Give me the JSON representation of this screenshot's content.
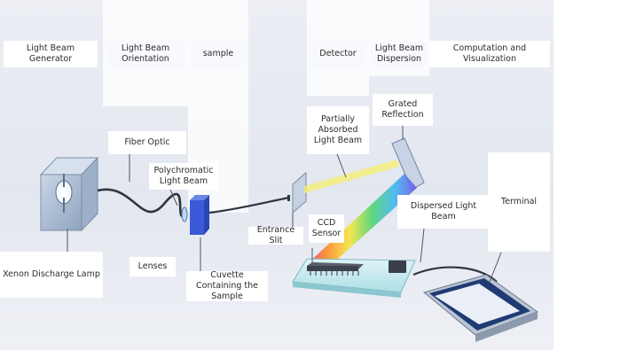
{
  "labels": {
    "light_beam_generator": "Light Beam Generator",
    "light_beam_orientation": "Light Beam Orientation",
    "sample": "sample",
    "detector": "Detector",
    "light_beam_dispersion": "Light Beam Dispersion",
    "computation_visualization": "Computation and Visualization",
    "fiber_optic": "Fiber Optic",
    "grated_reflection": "Grated Reflection",
    "partially_absorbed": "Partially Absorbed Light Beam",
    "polychromatic": "Polychromatic Light Beam",
    "terminal": "Terminal",
    "dispersed_light_beam": "Dispersed Light Beam",
    "ccd_sensor": "CCD Sensor",
    "entrance_slit": "Entrance Slit",
    "xenon_lamp": "Xenon Discharge Lamp",
    "lenses": "Lenses",
    "cuvette": "Cuvette Containing the Sample"
  }
}
